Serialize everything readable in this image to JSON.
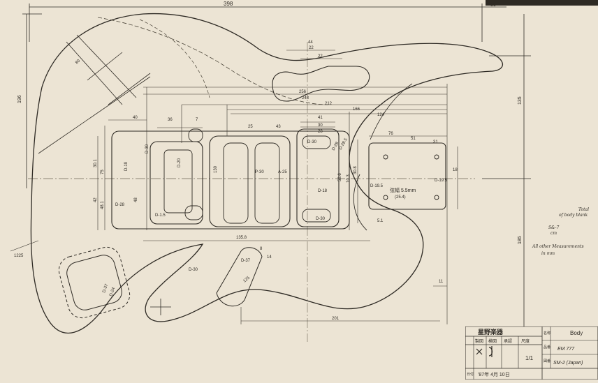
{
  "colors": {
    "paper": "#ece4d4",
    "ink": "#2e2a24",
    "faint": "#8a8272"
  },
  "overall_dims": {
    "width": "398",
    "right_ext": "56",
    "height": "196",
    "height_upper": "135",
    "height_lower": "185",
    "left_dim": "1225"
  },
  "dims": [
    "22",
    "44",
    "22",
    "256",
    "248",
    "212",
    "166",
    "124",
    "40",
    "36",
    "7",
    "25",
    "43",
    "41",
    "30",
    "28",
    "30.1",
    "75",
    "48.1",
    "42",
    "48",
    "D-19",
    "D-1.5",
    "D-28",
    "D-30",
    "D-18",
    "D-30",
    "D-30",
    "D-37",
    "D-37",
    "D-24",
    "76",
    "51",
    "31",
    "18",
    "D-19.5",
    "D-19.5",
    "30.8",
    "P-30",
    "A-25",
    "D-28.5",
    "D-28",
    "52.6",
    "10.3",
    "5.1",
    "D-20",
    "130",
    "125",
    "D-30",
    "135.8",
    "8",
    "14",
    "201",
    "11",
    "80"
  ],
  "notes": {
    "spacing": "弦幅 5.5mm",
    "spacing_sub": "(25.4)",
    "note1": "Total",
    "note2": "of body blank",
    "note3": "S&-7",
    "note4": "cm",
    "note5": "All other Measurements",
    "note6": "in mm"
  },
  "title_block": {
    "company": "星野楽器",
    "col_draw": "製図",
    "col_check": "検図",
    "col_approve": "承認",
    "col_scale": "尺度",
    "scale": "1/1",
    "part": "Body",
    "model": "EM 777",
    "code": "SM-2 (Japan)",
    "date": "'87年 4月 10日",
    "date_label": "日付",
    "name_label": "名称",
    "model_label": "品番",
    "code_label": "図番"
  }
}
